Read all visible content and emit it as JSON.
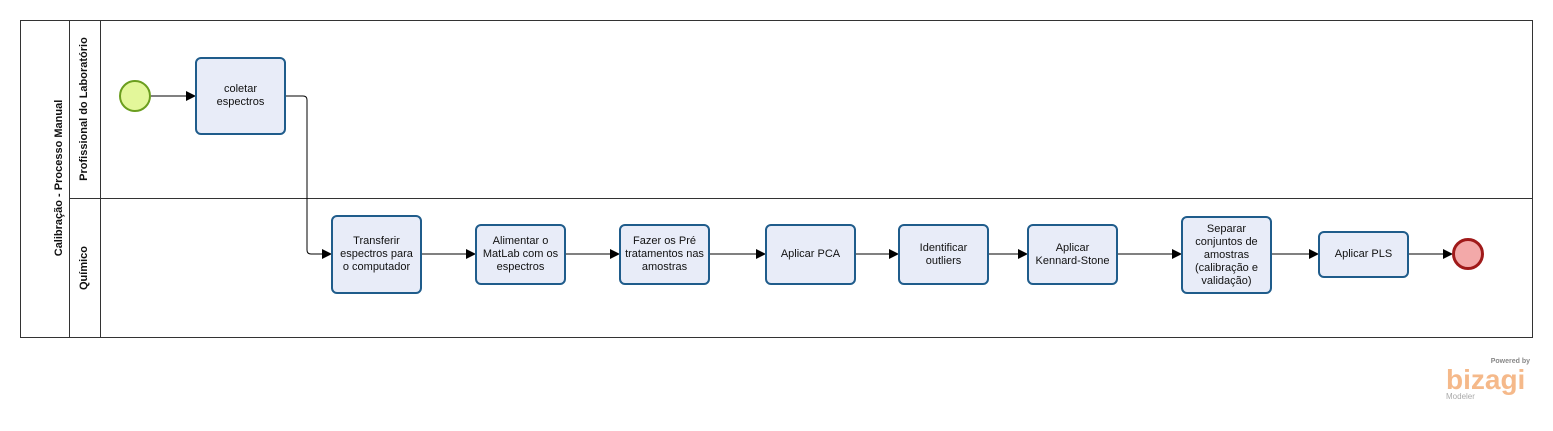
{
  "pool": {
    "title": "Calibração - Processo Manual"
  },
  "lanes": [
    {
      "id": "lab",
      "title": "Profissional do Laboratório"
    },
    {
      "id": "chem",
      "title": "Químico"
    }
  ],
  "tasks": [
    {
      "id": "coletar",
      "label": "coletar espectros"
    },
    {
      "id": "transferir",
      "label": "Transferir espectros para o computador"
    },
    {
      "id": "alimentar",
      "label": "Alimentar o MatLab com os espectros"
    },
    {
      "id": "pretrat",
      "label": "Fazer os Pré tratamentos nas amostras"
    },
    {
      "id": "pca",
      "label": "Aplicar PCA"
    },
    {
      "id": "outliers",
      "label": "Identificar outliers"
    },
    {
      "id": "kennard",
      "label": "Aplicar Kennard-Stone"
    },
    {
      "id": "separar",
      "label": "Separar conjuntos de amostras (calibração e validação)"
    },
    {
      "id": "pls",
      "label": "Aplicar PLS"
    }
  ],
  "logo": {
    "powered": "Powered by",
    "brand": "bizagi",
    "product": "Modeler"
  },
  "colors": {
    "task_fill": "#e8ecf8",
    "task_border": "#1f5c8b",
    "start_fill": "#e3f79a",
    "end_fill": "#f3a9a9"
  }
}
